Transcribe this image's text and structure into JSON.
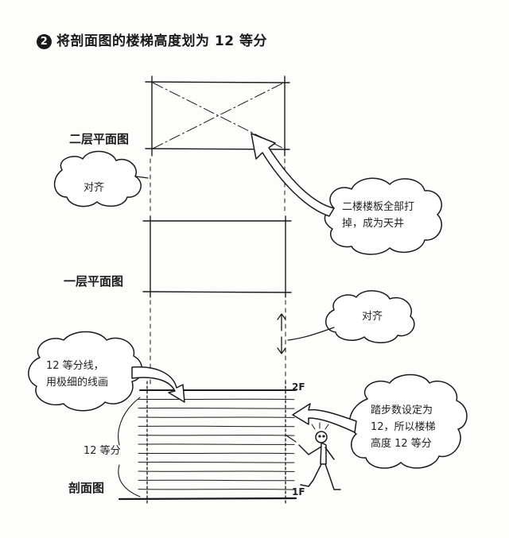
{
  "heading": {
    "number": "2",
    "text": "将剖面图的楼梯高度划为 12 等分"
  },
  "labels": {
    "second_floor_plan": "二层平面图",
    "first_floor_plan": "一层平面图",
    "section": "剖面图"
  },
  "callouts": {
    "align_top": "对齐",
    "align_right": "对齐",
    "remove_slab_line1": "二楼楼板全部打",
    "remove_slab_line2": "掉，成为天井",
    "division_lines_line1": "12 等分线，",
    "division_lines_line2": "用极细的线画",
    "steps_line1": "踏步数设定为",
    "steps_line2": "12，所以楼梯",
    "steps_line3": "高度 12 等分",
    "twelve_parts": "12 等分"
  },
  "floor_marks": {
    "second": "2F",
    "first": "1F"
  },
  "divisions": 12
}
